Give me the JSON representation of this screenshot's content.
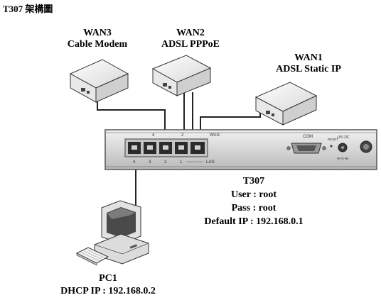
{
  "page_title": "T307 架構圖",
  "devices": {
    "wan3": {
      "name": "WAN3",
      "desc": "Cable Modem"
    },
    "wan2": {
      "name": "WAN2",
      "desc": "ADSL PPPoE"
    },
    "wan1": {
      "name": "WAN1",
      "desc": "ADSL Static IP"
    },
    "router": {
      "name": "T307",
      "user": "User : root",
      "pass": "Pass : root",
      "default_ip": "Default IP : 192.168.0.1",
      "panel": {
        "wan_label": "WAN",
        "lan_label": "LAN",
        "port_top_4": "4",
        "port_top_2": "2",
        "lan_ports": [
          "4",
          "3",
          "2",
          "1"
        ],
        "com_label": "COM",
        "reset_label": "RESET",
        "dc_label": "+5V DC"
      }
    },
    "pc1": {
      "name": "PC1",
      "ip": "DHCP IP : 192.168.0.2"
    }
  },
  "colors": {
    "panel": "#d9d9d9",
    "panel_edge": "#555555",
    "port": "#2b2b2b",
    "modem": "#eeeeee",
    "cable": "#222222"
  }
}
